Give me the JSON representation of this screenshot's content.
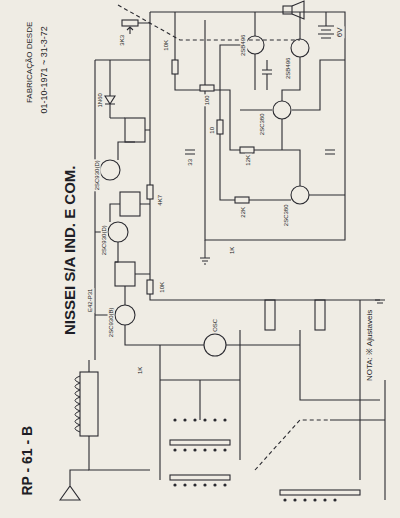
{
  "diagram": {
    "title": "RP - 61 - B",
    "labels": [
      "FABRICAÇÃO DESDE",
      "01-10-1971 ~ 31-3-72",
      "NISSEI S/A IND. E COM.",
      "E42-P31",
      "NOTA: ※ Ajustaveis",
      "6V",
      "2SB496",
      "2SB496",
      "2SC380",
      "2SC380",
      "2SC930(D)",
      "2SC930(D)",
      "2SC930(B)",
      "1N60",
      "3K3",
      "10K",
      "100",
      "10",
      "12K",
      "22K",
      "1K",
      "33",
      "4K7",
      "10K",
      "1K",
      "OSC"
    ]
  }
}
